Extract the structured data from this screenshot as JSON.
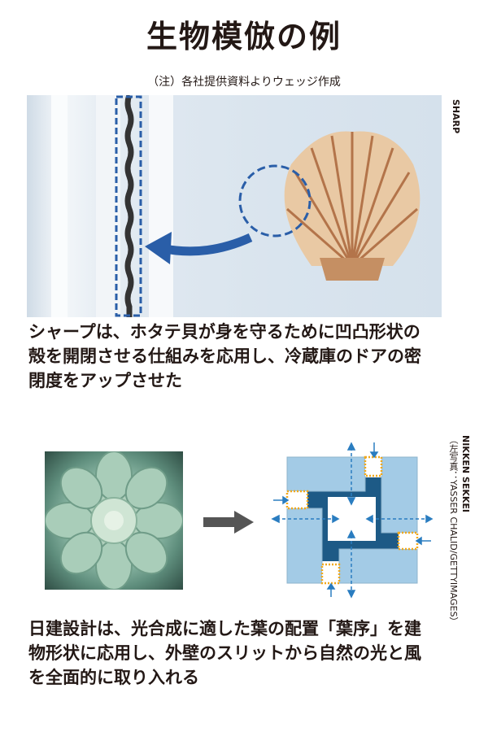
{
  "title": "生物模倣の例",
  "note": "（注）各社提供資料よりウェッジ作成",
  "example1": {
    "credit": "SHARP",
    "caption": [
      "シャープは、ホタテ貝が身を守るために凹凸形状の",
      "殻を開閉させる仕組みを応用し、冷蔵庫のドアの密",
      "閉度をアップさせた"
    ]
  },
  "example2": {
    "credit_line1": "NIKKEN SEKKEI",
    "credit_line2": "（左写真：YASSER CHALID/GETTYIMAGES）",
    "caption": [
      "日建設計は、光合成に適した葉の配置「葉序」を建",
      "物形状に応用し、外壁のスリットから自然の光と風",
      "を全面的に取り入れる"
    ]
  },
  "colors": {
    "accent_blue": "#2a5ea8",
    "light_blue": "#a3cbe6",
    "dark_blue": "#1d5a86",
    "slit_orange": "#f0a81c",
    "arrow_gray": "#555555"
  }
}
